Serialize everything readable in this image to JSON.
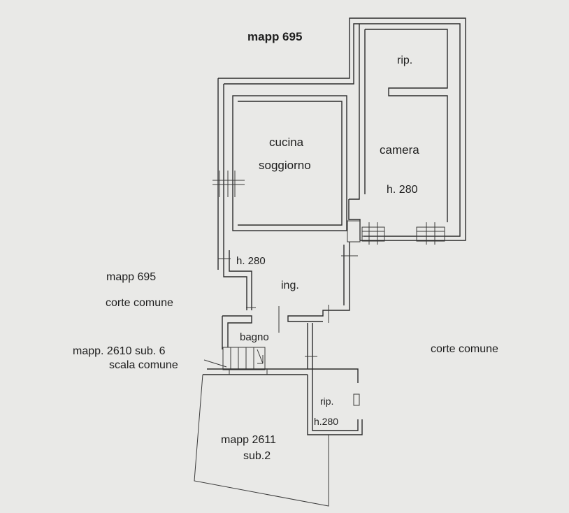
{
  "colors": {
    "background": "#e9e9e7",
    "walls": "#2c2c2c",
    "text": "#1e1e1e"
  },
  "labels": {
    "mapp_top": "mapp 695",
    "rip_top": "rip.",
    "cucina": "cucina",
    "soggiorno": "soggiorno",
    "camera": "camera",
    "h_camera": "h. 280",
    "h_ing": "h. 280",
    "ing": "ing.",
    "mapp_left": "mapp 695",
    "corte_left": "corte comune",
    "bagno": "bagno",
    "mapp_2610": "mapp. 2610 sub. 6",
    "scala": "scala comune",
    "corte_right": "corte comune",
    "rip_small": "rip.",
    "h_rip": "h.280",
    "mapp_2611": "mapp 2611",
    "sub2": "sub.2"
  }
}
